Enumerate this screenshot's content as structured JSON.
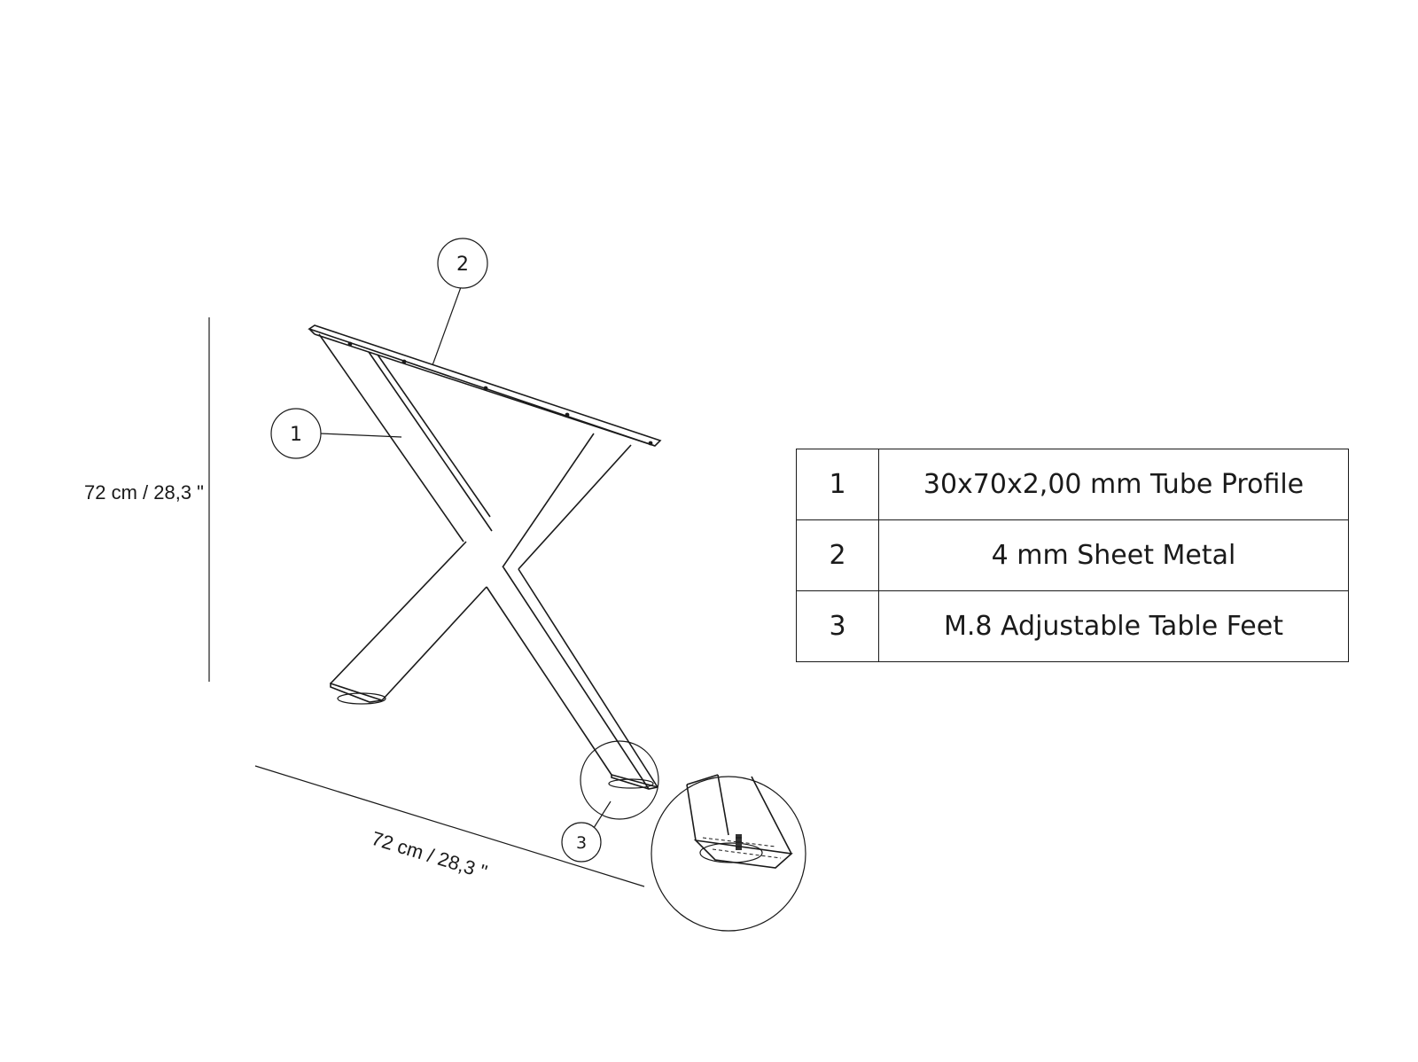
{
  "callouts": {
    "tube_profile": "1",
    "sheet_metal": "2",
    "table_feet": "3"
  },
  "dimensions": {
    "height": "72 cm / 28,3 \"",
    "width": "72 cm / 28,3 \""
  },
  "parts_table": [
    {
      "number": "1",
      "description": "30x70x2,00 mm Tube Profile"
    },
    {
      "number": "2",
      "description": "4 mm Sheet Metal"
    },
    {
      "number": "3",
      "description": "M.8 Adjustable Table Feet"
    }
  ]
}
